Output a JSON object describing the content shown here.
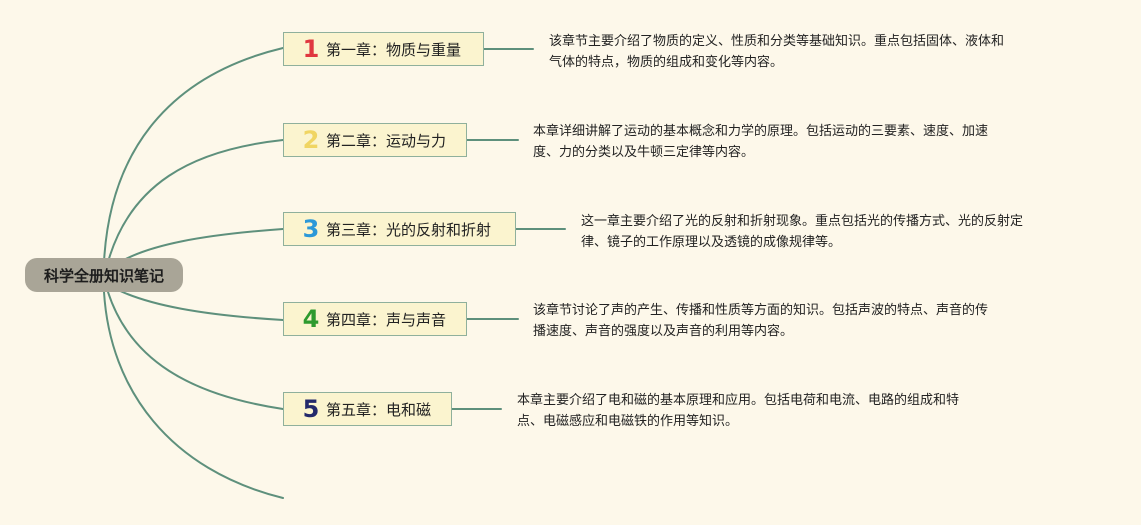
{
  "root": {
    "label": "科学全册知识笔记"
  },
  "chapters": [
    {
      "number": "1",
      "number_color": "#e0373f",
      "title": "第一章：物质与重量",
      "desc_line1": "该章节主要介绍了物质的定义、性质和分类等基础知识。重点包括固体、液体和",
      "desc_line2": "气体的特点，物质的组成和变化等内容。"
    },
    {
      "number": "2",
      "number_color": "#f0d563",
      "title": "第二章：运动与力",
      "desc_line1": "本章详细讲解了运动的基本概念和力学的原理。包括运动的三要素、速度、加速",
      "desc_line2": "度、力的分类以及牛顿三定律等内容。"
    },
    {
      "number": "3",
      "number_color": "#2b98d8",
      "title": "第三章：光的反射和折射",
      "desc_line1": "这一章主要介绍了光的反射和折射现象。重点包括光的传播方式、光的反射定",
      "desc_line2": "律、镜子的工作原理以及透镜的成像规律等。"
    },
    {
      "number": "4",
      "number_color": "#2e9a2e",
      "title": "第四章：声与声音",
      "desc_line1": "该章节讨论了声的产生、传播和性质等方面的知识。包括声波的特点、声音的传",
      "desc_line2": "播速度、声音的强度以及声音的利用等内容。"
    },
    {
      "number": "5",
      "number_color": "#23296b",
      "title": "第五章：电和磁",
      "desc_line1": "本章主要介绍了电和磁的基本原理和应用。包括电荷和电流、电路的组成和特",
      "desc_line2": "点、电磁感应和电磁铁的作用等知识。"
    }
  ],
  "colors": {
    "branch": "#5e907c",
    "background": "#fdf8ea"
  }
}
